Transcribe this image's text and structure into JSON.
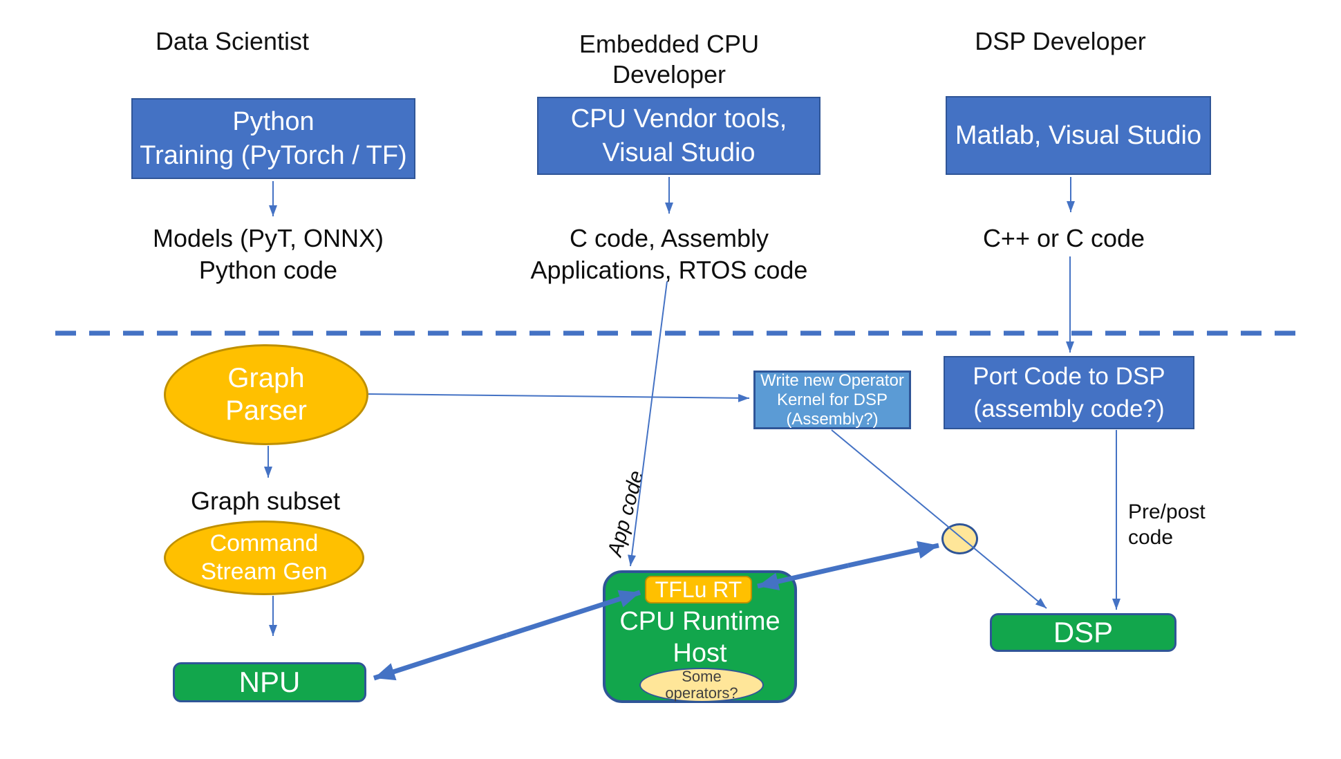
{
  "diagram": {
    "lanes": [
      {
        "heading": "Data Scientist",
        "tools": "Python\nTraining (PyTorch / TF)",
        "artifacts": "Models (PyT, ONNX)\nPython code"
      },
      {
        "heading": "Embedded CPU Developer",
        "tools": "CPU Vendor tools,\nVisual Studio",
        "artifacts": "C code, Assembly\nApplications, RTOS code"
      },
      {
        "heading": "DSP Developer",
        "tools": "Matlab, Visual Studio",
        "artifacts": "C++ or C code"
      }
    ],
    "nodes": {
      "graph_parser": "Graph\nParser",
      "graph_subset": "Graph subset",
      "command_stream_gen": "Command\nStream Gen",
      "npu": "NPU",
      "write_kernel": "Write new Operator\nKernel for DSP\n(Assembly?)",
      "port_code": "Port Code to DSP\n(assembly code?)",
      "tflu_rt": "TFLu RT",
      "cpu_runtime_host": "CPU Runtime\nHost",
      "some_operators": "Some\noperators?",
      "dsp": "DSP"
    },
    "edge_labels": {
      "app_code": "App code",
      "pre_post": "Pre/post\ncode"
    },
    "colors": {
      "accent_blue": "#4472C4",
      "light_blue": "#5B9BD5",
      "dark_blue_border": "#2F5597",
      "orange": "#FFC000",
      "orange_border": "#BF9000",
      "green": "#12A64C",
      "cream": "#FFE699"
    }
  }
}
